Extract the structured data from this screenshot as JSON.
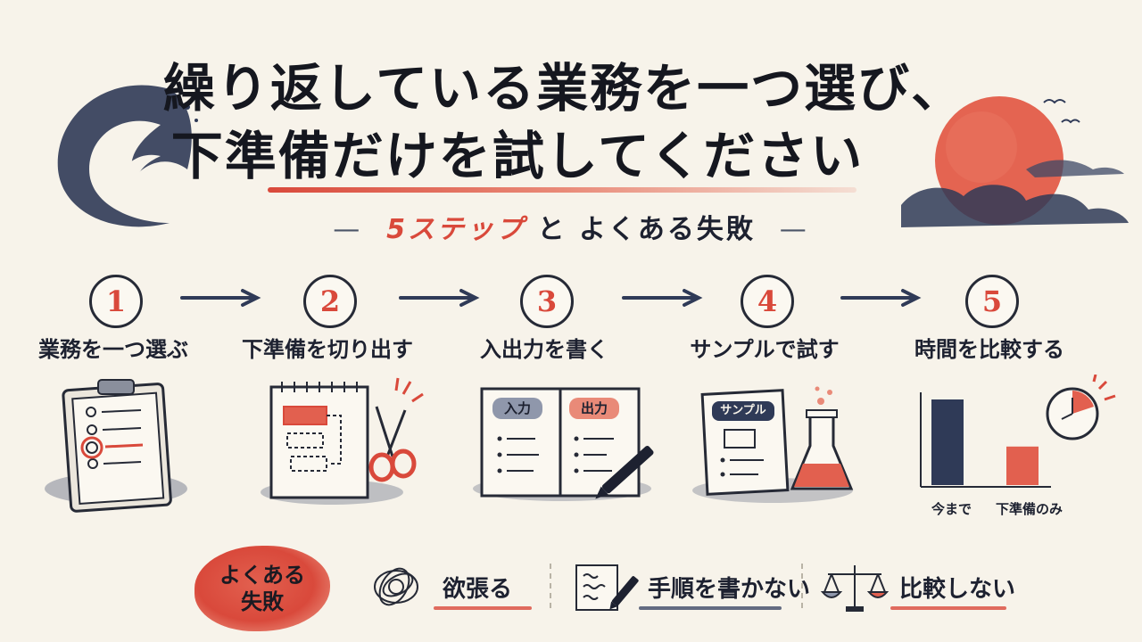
{
  "title": {
    "line1": "繰り返している業務を一つ選び、",
    "line2": "下準備だけを試してください"
  },
  "subtitle": {
    "accent": "5ステップ",
    "rest": "と よくある失敗",
    "dash": "—"
  },
  "steps": [
    {
      "number": "1",
      "label": "業務を一つ選ぶ"
    },
    {
      "number": "2",
      "label": "下準備を切り出す"
    },
    {
      "number": "3",
      "label": "入出力を書く"
    },
    {
      "number": "4",
      "label": "サンプルで試す"
    },
    {
      "number": "5",
      "label": "時間を比較する"
    }
  ],
  "illustrations": {
    "input_tab": "入力",
    "output_tab": "出力",
    "sample_tag": "サンプル",
    "chart_labels": [
      "今まで",
      "下準備のみ"
    ]
  },
  "chart_data": {
    "type": "bar",
    "categories": [
      "今まで",
      "下準備のみ"
    ],
    "values": [
      1.0,
      0.45
    ]
  },
  "failures": {
    "badge_line1": "よくある",
    "badge_line2": "失敗",
    "items": [
      {
        "label": "欲張る",
        "icon": "tangle-icon"
      },
      {
        "label": "手順を書かない",
        "icon": "notepad-pen-icon"
      },
      {
        "label": "比較しない",
        "icon": "scale-icon"
      }
    ]
  },
  "colors": {
    "accent": "#d9493b",
    "ink": "#1d2130",
    "navy": "#2f3a57",
    "paper": "#f7f3ea"
  }
}
